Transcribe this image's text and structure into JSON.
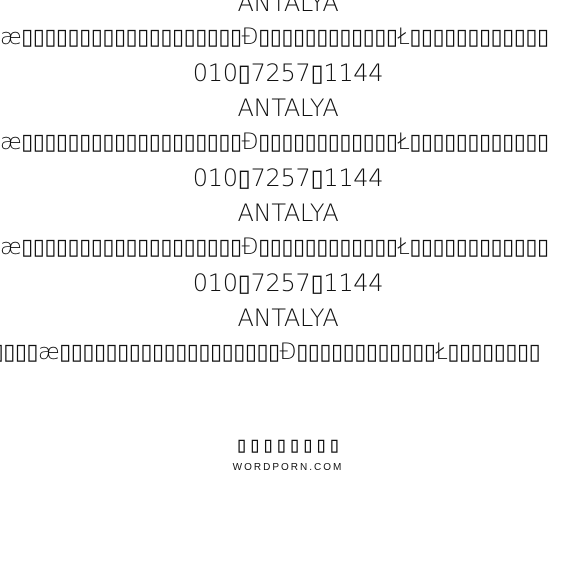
{
  "blocks": [
    {
      "title": "ANTALYA",
      "garbled": "æ▯▯▯▯▯▯▯▯▯▯▯▯▯▯▯▯▯▯▯Ð▯▯▯▯▯▯▯▯▯▯▯▯Ł▯▯▯▯▯▯▯▯▯▯▯▯",
      "phone": "010▯7257▯1144"
    },
    {
      "title": "ANTALYA",
      "garbled": "æ▯▯▯▯▯▯▯▯▯▯▯▯▯▯▯▯▯▯▯Ð▯▯▯▯▯▯▯▯▯▯▯▯Ł▯▯▯▯▯▯▯▯▯▯▯▯",
      "phone": "010▯7257▯1144"
    },
    {
      "title": "ANTALYA",
      "garbled": "æ▯▯▯▯▯▯▯▯▯▯▯▯▯▯▯▯▯▯▯Ð▯▯▯▯▯▯▯▯▯▯▯▯Ł▯▯▯▯▯▯▯▯▯▯▯▯",
      "phone": "010▯7257▯1144"
    }
  ],
  "last_title": "ANTALYA",
  "last_garbled": "▯▯▯▯▯æ▯▯▯▯▯▯▯▯▯▯▯▯▯▯▯▯▯▯▯Ð▯▯▯▯▯▯▯▯▯▯▯▯Ł▯▯▯▯▯▯▯▯",
  "footer": {
    "glyphs": "▯▯▯▯▯▯▯▯",
    "site": "WORDPORN.COM"
  }
}
